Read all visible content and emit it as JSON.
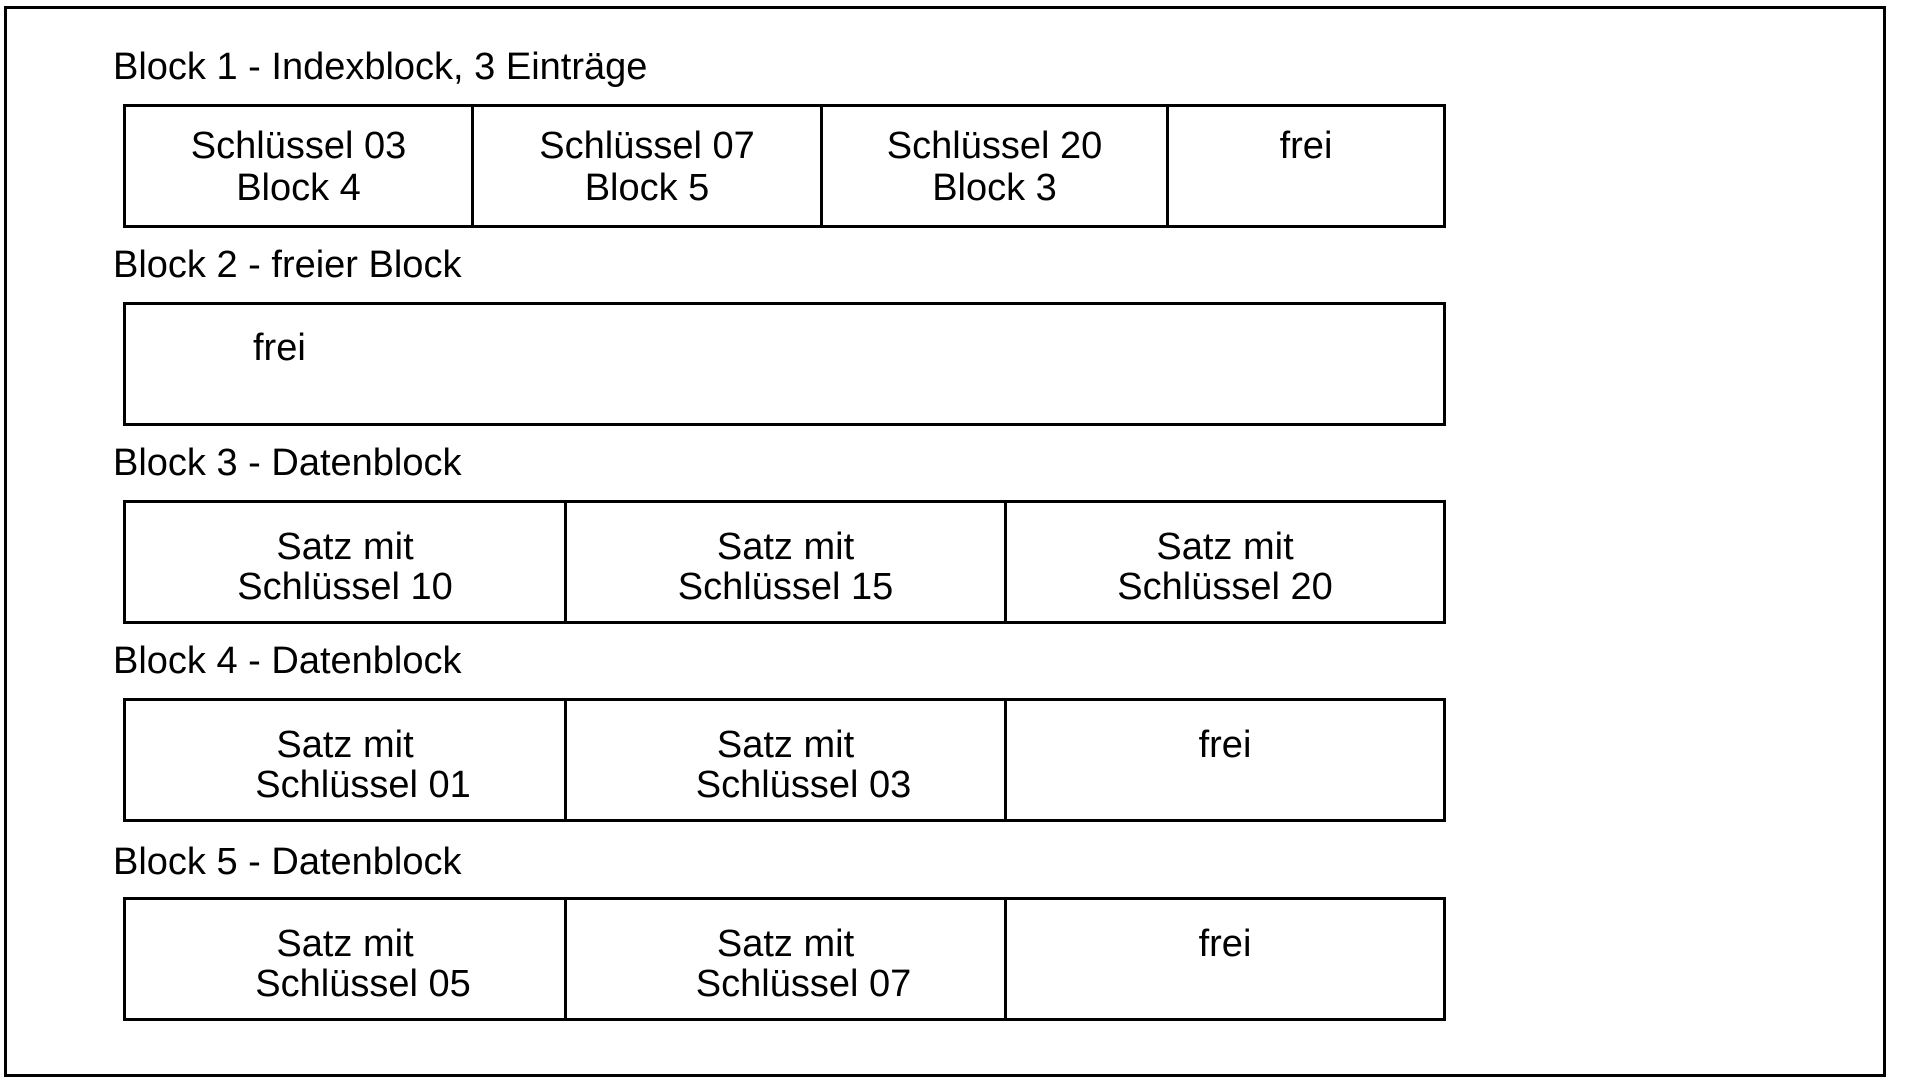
{
  "blocks": [
    {
      "title": "Block 1 - Indexblock, 3 Einträge",
      "cells": [
        {
          "line1": "Schlüssel 03",
          "line2": "Block 4"
        },
        {
          "line1": "Schlüssel 07",
          "line2": "Block 5"
        },
        {
          "line1": "Schlüssel 20",
          "line2": "Block 3"
        },
        {
          "line1": "frei",
          "line2": ""
        }
      ]
    },
    {
      "title": "Block 2 - freier Block",
      "cells": [
        {
          "line1": "frei",
          "line2": ""
        }
      ]
    },
    {
      "title": "Block 3 - Datenblock",
      "cells": [
        {
          "line1": "Satz mit",
          "line2": "Schlüssel 10"
        },
        {
          "line1": "Satz mit",
          "line2": "Schlüssel 15"
        },
        {
          "line1": "Satz mit",
          "line2": "Schlüssel 20"
        }
      ]
    },
    {
      "title": "Block 4 - Datenblock",
      "cells": [
        {
          "line1": "Satz mit",
          "line2": "Schlüssel 01"
        },
        {
          "line1": "Satz mit",
          "line2": "Schlüssel 03"
        },
        {
          "line1": "frei",
          "line2": ""
        }
      ]
    },
    {
      "title": "Block 5 - Datenblock",
      "cells": [
        {
          "line1": "Satz mit",
          "line2": "Schlüssel 05"
        },
        {
          "line1": "Satz mit",
          "line2": "Schlüssel 07"
        },
        {
          "line1": "frei",
          "line2": ""
        }
      ]
    }
  ]
}
